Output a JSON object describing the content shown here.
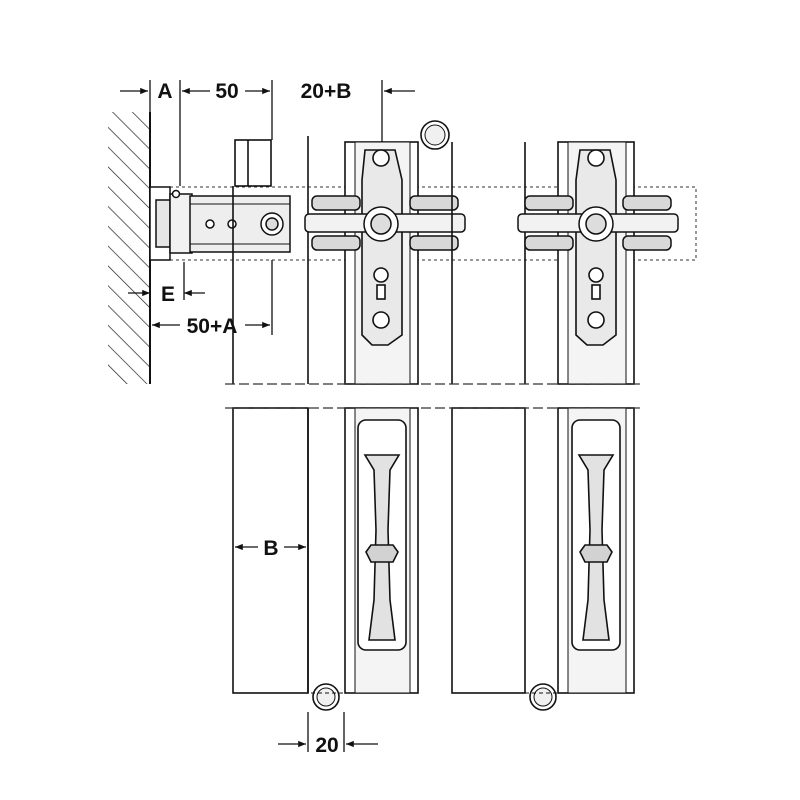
{
  "diagram": {
    "labels": {
      "a": "A",
      "fifty": "50",
      "twenty_plus_b": "20+B",
      "e": "E",
      "fifty_plus_a": "50+A",
      "b": "B",
      "twenty": "20"
    },
    "colors": {
      "line": "#1a1a1a",
      "fill_light": "#ffffff",
      "fill_grey": "#e9e9e9",
      "fill_mid": "#cfcfcf",
      "hatch": "#222222"
    }
  }
}
